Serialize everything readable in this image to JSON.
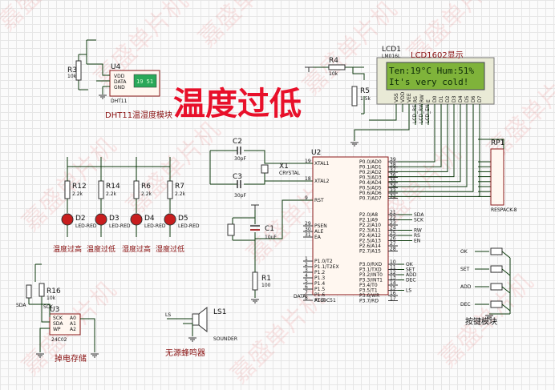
{
  "banner": {
    "text": "温度过低"
  },
  "watermarks": [
    "嘉盛单片机",
    "嘉盛单片机",
    "嘉盛单片机",
    "嘉盛单片机",
    "嘉盛单片机",
    "嘉盛单片机",
    "嘉盛单片机",
    "嘉盛单片机",
    "嘉盛单片机",
    "嘉盛单片机",
    "嘉盛单片机",
    "嘉盛单片机",
    "嘉盛单片机"
  ],
  "dht": {
    "ref": "U4",
    "name": "DHT11",
    "caption": "DHT11温湿度模块",
    "pins": [
      "VDD",
      "DATA",
      "GND"
    ],
    "screen": "19 51"
  },
  "r3": {
    "ref": "R3",
    "val": "10k"
  },
  "lcd": {
    "ref": "LCD1",
    "model": "LM016L",
    "title": "LCD1602显示",
    "line1": "Ten:19°C Hum:51%",
    "line2": "It's very cold!",
    "pins": [
      "VSS",
      "VDD",
      "VEE",
      "RS",
      "RW",
      "E",
      "D0",
      "D1",
      "D2",
      "D3",
      "D4",
      "D5",
      "D6",
      "D7"
    ],
    "nets": [
      "LCD_RS",
      "LCD_RW",
      "LCD_EN"
    ]
  },
  "r4": {
    "ref": "R4",
    "val": "10k"
  },
  "r5": {
    "ref": "R5",
    "val": "1.5k"
  },
  "c2": {
    "ref": "C2",
    "val": "30pF"
  },
  "c3": {
    "ref": "C3",
    "val": "30pF"
  },
  "x1": {
    "ref": "X1",
    "val": "CRYSTAL"
  },
  "c1": {
    "ref": "C1",
    "val": "10uF"
  },
  "r1": {
    "ref": "R1",
    "val": "100"
  },
  "mcu": {
    "ref": "U2",
    "model": "AT89C51",
    "left": [
      {
        "n": "19",
        "l": "XTAL1"
      },
      {
        "n": "18",
        "l": "XTAL2"
      },
      {
        "n": "9",
        "l": "RST"
      },
      {
        "n": "29",
        "l": "PSEN"
      },
      {
        "n": "30",
        "l": "ALE"
      },
      {
        "n": "31",
        "l": "EA"
      },
      {
        "n": "1",
        "l": "P1.0/T2"
      },
      {
        "n": "2",
        "l": "P1.1/T2EX"
      },
      {
        "n": "3",
        "l": "P1.2"
      },
      {
        "n": "4",
        "l": "P1.3"
      },
      {
        "n": "5",
        "l": "P1.4"
      },
      {
        "n": "6",
        "l": "P1.5"
      },
      {
        "n": "7",
        "l": "P1.6"
      },
      {
        "n": "8",
        "l": "P1.7"
      }
    ],
    "right": [
      {
        "n": "39",
        "l": "P0.0/AD0"
      },
      {
        "n": "38",
        "l": "P0.1/AD1"
      },
      {
        "n": "37",
        "l": "P0.2/AD2"
      },
      {
        "n": "36",
        "l": "P0.3/AD3"
      },
      {
        "n": "35",
        "l": "P0.4/AD4"
      },
      {
        "n": "34",
        "l": "P0.5/AD5"
      },
      {
        "n": "33",
        "l": "P0.6/AD6"
      },
      {
        "n": "32",
        "l": "P0.7/AD7"
      },
      {
        "n": "21",
        "l": "P2.0/A8"
      },
      {
        "n": "22",
        "l": "P2.1/A9"
      },
      {
        "n": "23",
        "l": "P2.2/A10"
      },
      {
        "n": "24",
        "l": "P2.3/A11"
      },
      {
        "n": "25",
        "l": "P2.4/A12"
      },
      {
        "n": "26",
        "l": "P2.5/A13"
      },
      {
        "n": "27",
        "l": "P2.6/A14"
      },
      {
        "n": "28",
        "l": "P2.7/A15"
      },
      {
        "n": "10",
        "l": "P3.0/RXD"
      },
      {
        "n": "11",
        "l": "P3.1/TXD"
      },
      {
        "n": "12",
        "l": "P3.2/INT0"
      },
      {
        "n": "13",
        "l": "P3.3/INT1"
      },
      {
        "n": "14",
        "l": "P3.4/T0"
      },
      {
        "n": "15",
        "l": "P3.5/T1"
      },
      {
        "n": "16",
        "l": "P3.6/WR"
      },
      {
        "n": "17",
        "l": "P3.7/RD"
      }
    ],
    "p2nets": [
      "SDA",
      "SCK",
      "",
      "RW",
      "RS",
      "EN",
      "",
      ""
    ],
    "p3nets": [
      "OK",
      "SET",
      "ADD",
      "DEC",
      "",
      "LS",
      "",
      ""
    ],
    "p17net": "DATA"
  },
  "rp1": {
    "ref": "RP1",
    "model": "RESPACK-8"
  },
  "leds": [
    {
      "r": "R12",
      "rv": "2.2k",
      "d": "D2",
      "dv": "LED-RED",
      "cap": "温度过高"
    },
    {
      "r": "R14",
      "rv": "2.2k",
      "d": "D3",
      "dv": "LED-RED",
      "cap": "温度过低"
    },
    {
      "r": "R6",
      "rv": "2.2k",
      "d": "D4",
      "dv": "LED-RED",
      "cap": "湿度过高"
    },
    {
      "r": "R7",
      "rv": "2.2k",
      "d": "D5",
      "dv": "LED-RED",
      "cap": "湿度过低"
    }
  ],
  "eeprom": {
    "ref": "U3",
    "model": "24C02",
    "caption": "掉电存储",
    "pins": [
      "SCK",
      "SDA",
      "WP",
      "A0",
      "A1",
      "A2"
    ],
    "r": "R16",
    "rv": "10k",
    "nets": [
      "SDA",
      "SCK"
    ]
  },
  "buzzer": {
    "ref": "LS1",
    "model": "SOUNDER",
    "caption": "无源蜂鸣器",
    "net": "LS"
  },
  "keys": {
    "caption": "按键模块",
    "items": [
      "OK",
      "SET",
      "ADD",
      "DEC"
    ]
  }
}
